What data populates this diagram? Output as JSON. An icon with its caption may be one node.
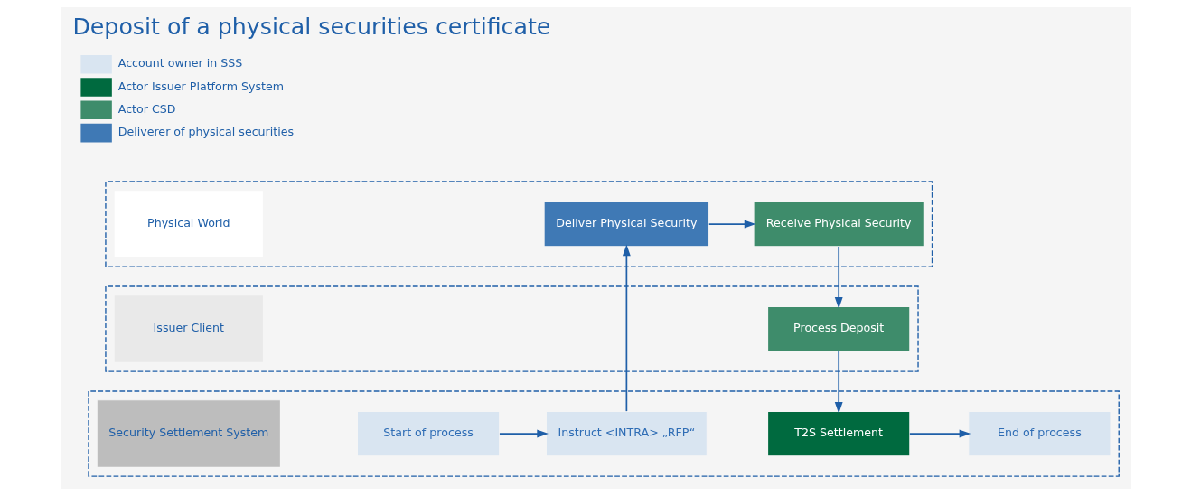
{
  "diagram": {
    "title": "Deposit of a physical securities certificate",
    "nodes": [
      {
        "text": [
          "Security Settlement System"
        ]
      },
      {
        "text": [
          "Start of process"
        ],
        "in": 0
      },
      {
        "text": [
          "Instruct <INTRA> „RFP“"
        ],
        "in": 0
      },
      {
        "text": [
          "T2S Settlement"
        ],
        "in": 0
      },
      {
        "text": [
          "End of process"
        ],
        "in": 0
      },
      {
        "text": [
          "Issuer Client"
        ]
      },
      {
        "text": [
          "Process Deposit"
        ],
        "in": 5
      },
      {
        "text": [
          "Physical World"
        ]
      },
      {
        "text": [
          "Deliver Physical Security"
        ],
        "in": 7
      },
      {
        "text": [
          "Receive Physical Security"
        ],
        "in": 7
      }
    ],
    "edges": [
      {
        "from": 1,
        "to": 2,
        "arrow": "to"
      },
      {
        "from": 3,
        "to": 4,
        "arrow": "to"
      },
      {
        "from": 2,
        "to": 8,
        "arrow": "to"
      },
      {
        "from": 8,
        "to": 9,
        "arrow": "to"
      },
      {
        "from": 9,
        "to": 6,
        "arrow": "to"
      },
      {
        "from": 6,
        "to": 3,
        "arrow": "to"
      }
    ],
    "legend": [
      {
        "text": "Account owner in SSS",
        "color": "#d9e5f1"
      },
      {
        "text": "Actor Issuer Platform System",
        "color": "#006a3f"
      },
      {
        "text": "Actor CSD",
        "color": "#3e8c6b"
      },
      {
        "text": "Deliverer of physical securities",
        "color": "#3f79b5"
      }
    ]
  }
}
